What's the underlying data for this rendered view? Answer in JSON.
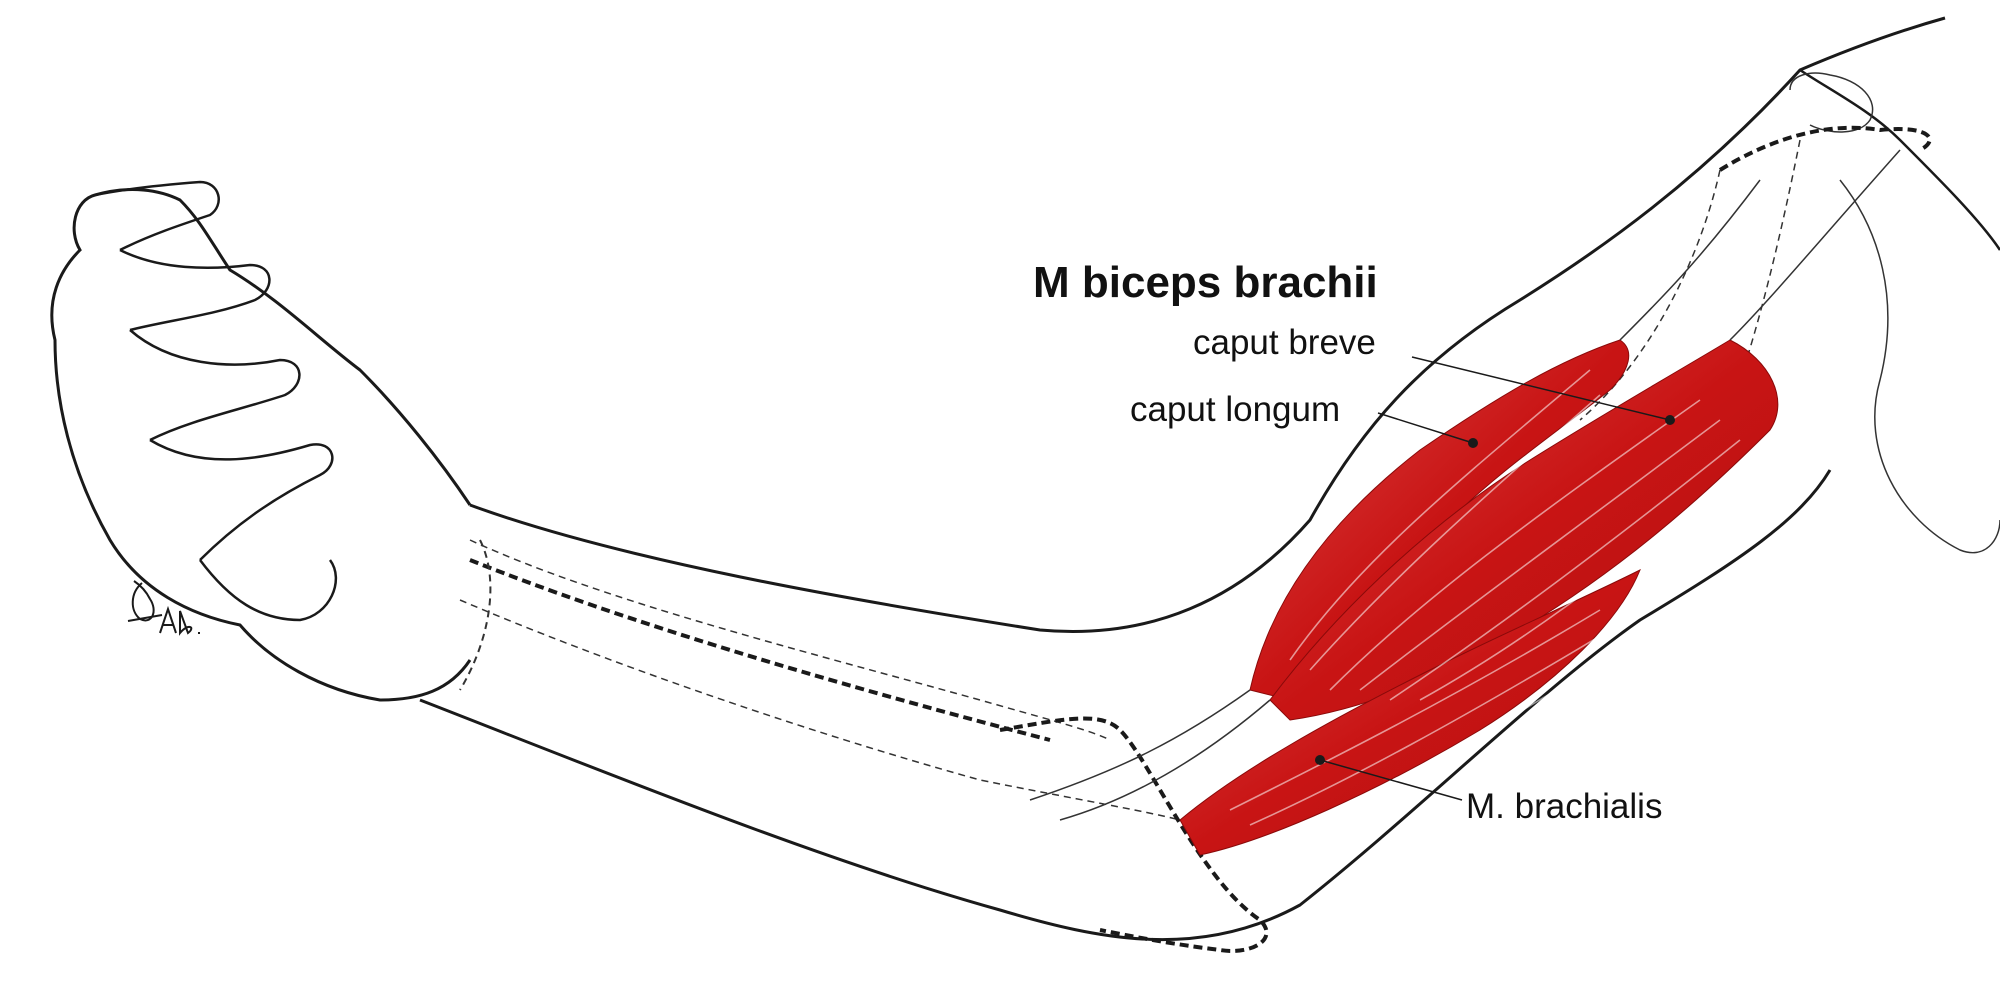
{
  "title": "M biceps brachii",
  "labels": {
    "caput_breve": "caput breve",
    "caput_longum": "caput longum",
    "brachialis": "M. brachialis"
  },
  "signature_text": "DAb.",
  "colors": {
    "muscle": "#c81414",
    "muscle_light": "#e85a5a",
    "outline": "#1a1a1a",
    "background": "#ffffff"
  }
}
